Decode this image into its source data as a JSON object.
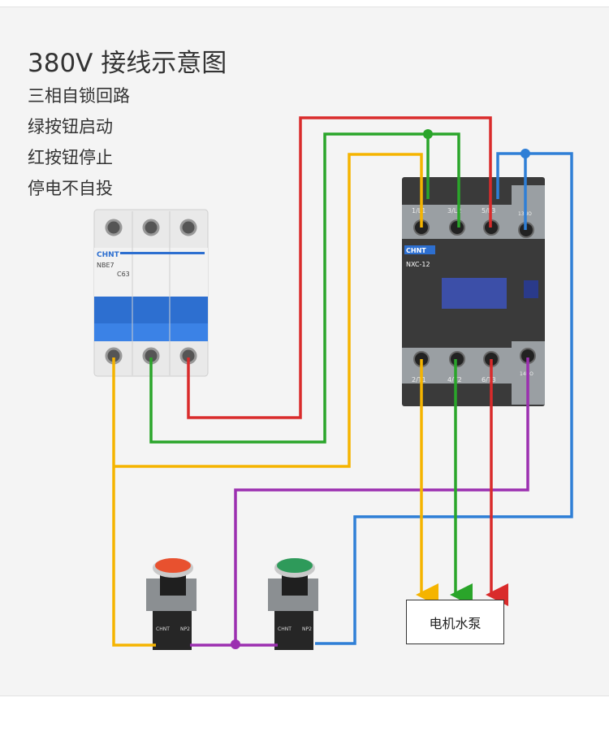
{
  "title": "380V 接线示意图",
  "notes": [
    "三相自锁回路",
    "绿按钮启动",
    "红按钮停止",
    "停电不自投"
  ],
  "breaker": {
    "brand": "CHNT",
    "model": "NBE7",
    "rating": "C63"
  },
  "contactor": {
    "brand": "CHNT",
    "model": "NXC-12",
    "terminals_top": [
      "1/L1",
      "3/L2",
      "5/L3",
      "13NO"
    ],
    "terminals_bottom": [
      "2/T1",
      "4/T2",
      "6/T3",
      "14NO"
    ]
  },
  "buttons": [
    {
      "color": "red",
      "brand": "CHNT",
      "model": "NP2"
    },
    {
      "color": "green",
      "brand": "CHNT",
      "model": "NP2"
    }
  ],
  "motor": {
    "label": "电机水泵"
  },
  "colors": {
    "red": "#d92b2b",
    "green": "#2aa52a",
    "yellow": "#f5b400",
    "blue": "#2f7fd6",
    "purple": "#9b2fb0"
  }
}
